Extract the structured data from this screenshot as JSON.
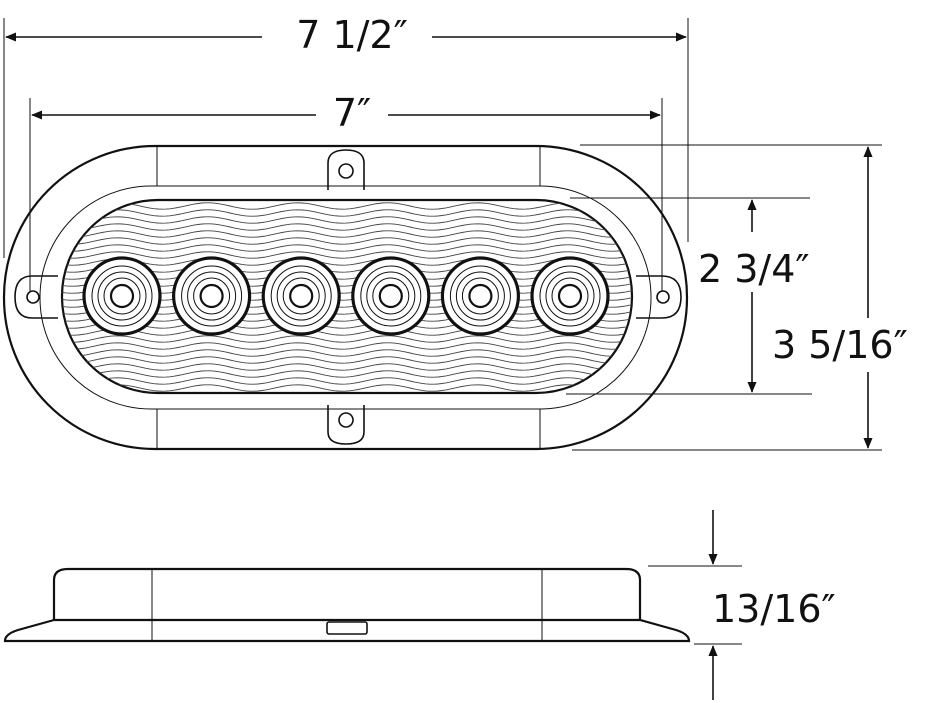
{
  "dimensions": {
    "overall_length": "7  1/2″",
    "lens_length": "7″",
    "lens_height": "2  3/4″",
    "overall_height": "3  5/16″",
    "depth": "13/16″"
  },
  "led_count": 6,
  "colors": {
    "line": "#111111",
    "background": "#ffffff"
  }
}
